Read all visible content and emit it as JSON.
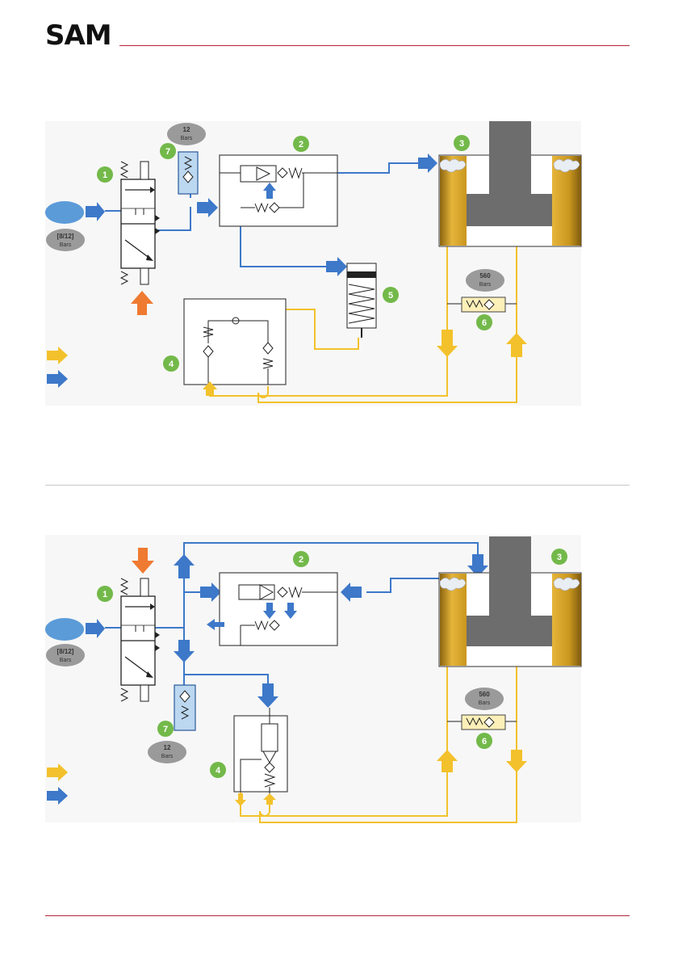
{
  "brand": {
    "logo_text": "SAM",
    "accent": "#b3263a"
  },
  "colors": {
    "air": "#3d78c9",
    "oil": "#f3c12c",
    "actuation": "#ef7a31",
    "badge": "#73b94a",
    "label_ellipse": "#9a9a9a"
  },
  "diagram_top": {
    "supply_pressure": {
      "value": "[8/12]",
      "unit": "Bars"
    },
    "pilot_pressure": {
      "value": "12",
      "unit": "Bars"
    },
    "oil_pressure": {
      "value": "560",
      "unit": "Bars"
    },
    "badges": [
      "1",
      "2",
      "3",
      "4",
      "5",
      "6",
      "7"
    ]
  },
  "diagram_bottom": {
    "supply_pressure": {
      "value": "[8/12]",
      "unit": "Bars"
    },
    "pilot_pressure": {
      "value": "12",
      "unit": "Bars"
    },
    "oil_pressure": {
      "value": "560",
      "unit": "Bars"
    },
    "badges": [
      "1",
      "2",
      "3",
      "4",
      "6",
      "7"
    ]
  },
  "legend": [
    {
      "key": "oil",
      "icon": "yellow-arrow-icon"
    },
    {
      "key": "air",
      "icon": "blue-arrow-icon"
    }
  ]
}
